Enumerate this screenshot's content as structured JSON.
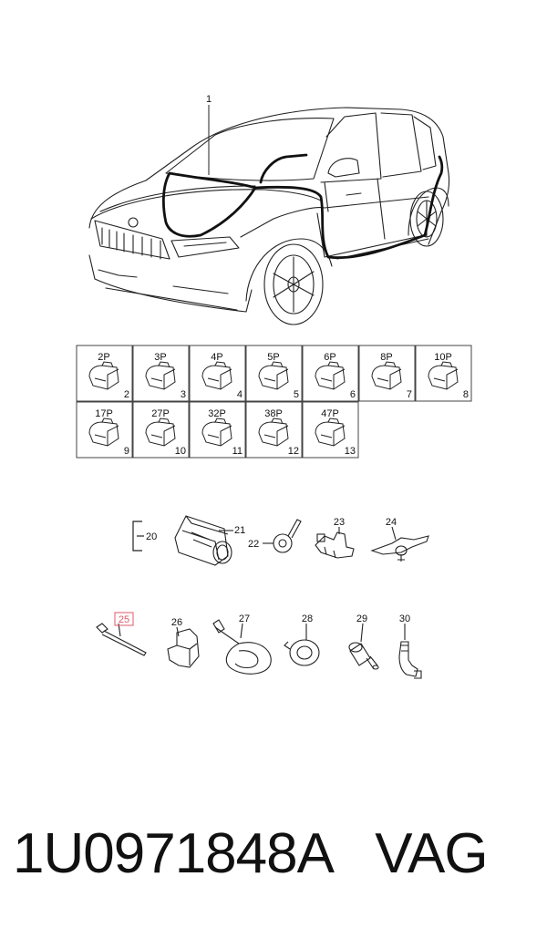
{
  "diagram": {
    "callout_main": "1",
    "connectors": [
      {
        "pins": "2P",
        "ref": "2"
      },
      {
        "pins": "3P",
        "ref": "3"
      },
      {
        "pins": "4P",
        "ref": "4"
      },
      {
        "pins": "5P",
        "ref": "5"
      },
      {
        "pins": "6P",
        "ref": "6"
      },
      {
        "pins": "8P",
        "ref": "7"
      },
      {
        "pins": "10P",
        "ref": "8"
      },
      {
        "pins": "17P",
        "ref": "9"
      },
      {
        "pins": "27P",
        "ref": "10"
      },
      {
        "pins": "32P",
        "ref": "11"
      },
      {
        "pins": "38P",
        "ref": "12"
      },
      {
        "pins": "47P",
        "ref": "13"
      }
    ],
    "parts": [
      "20",
      "21",
      "22",
      "23",
      "24",
      "25",
      "26",
      "27",
      "28",
      "29",
      "30"
    ],
    "highlighted_part": "25",
    "highlight_color": "#e05a6a"
  },
  "footer": {
    "part_number": "1U0971848A",
    "brand": "VAG"
  }
}
